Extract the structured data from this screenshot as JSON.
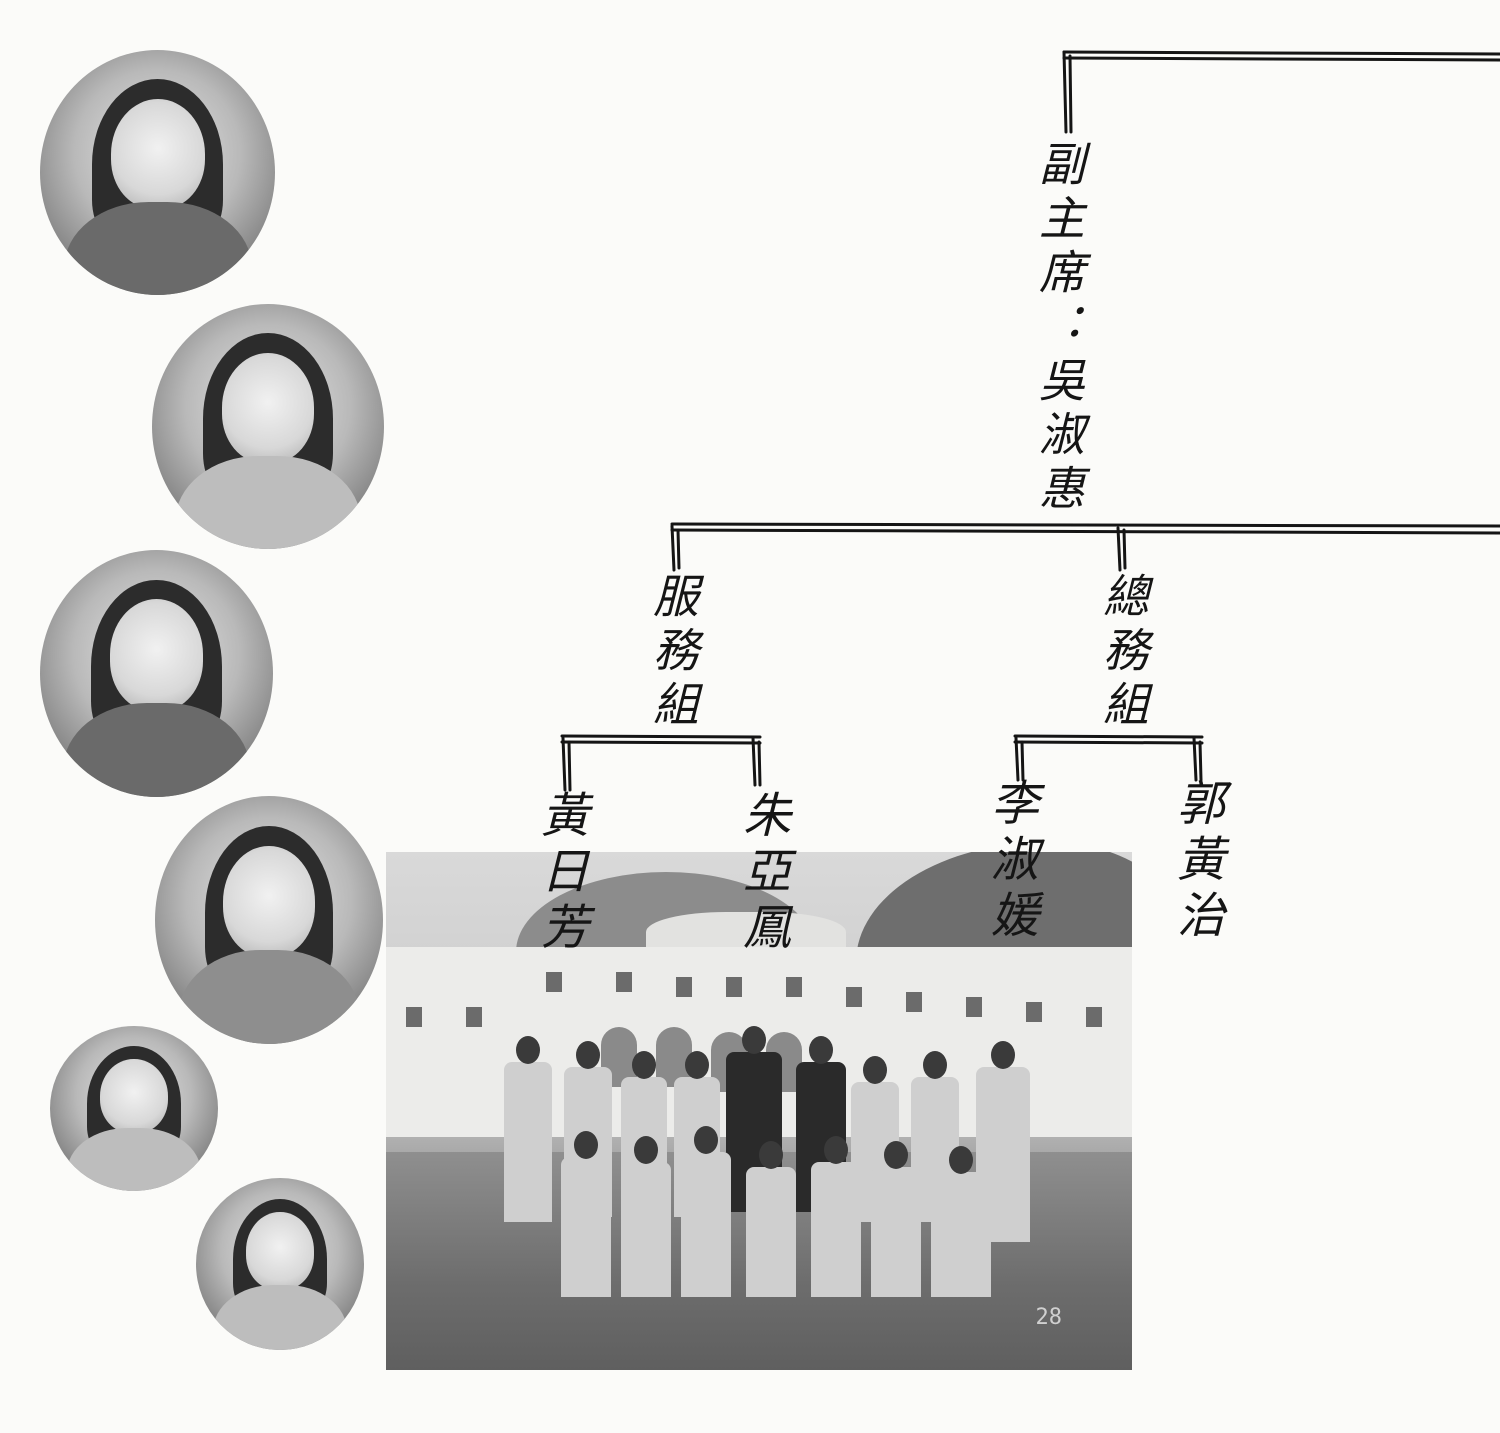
{
  "org_chart": {
    "top": {
      "title": "副主席",
      "separator": "：",
      "name": "吳淑惠"
    },
    "departments": [
      {
        "name": "服務組",
        "members": [
          "黃日芳",
          "朱亞鳳"
        ]
      },
      {
        "name": "總務組",
        "members": [
          "李淑媛",
          "郭黃治"
        ]
      }
    ]
  },
  "group_photo": {
    "date_stamp": "28"
  }
}
